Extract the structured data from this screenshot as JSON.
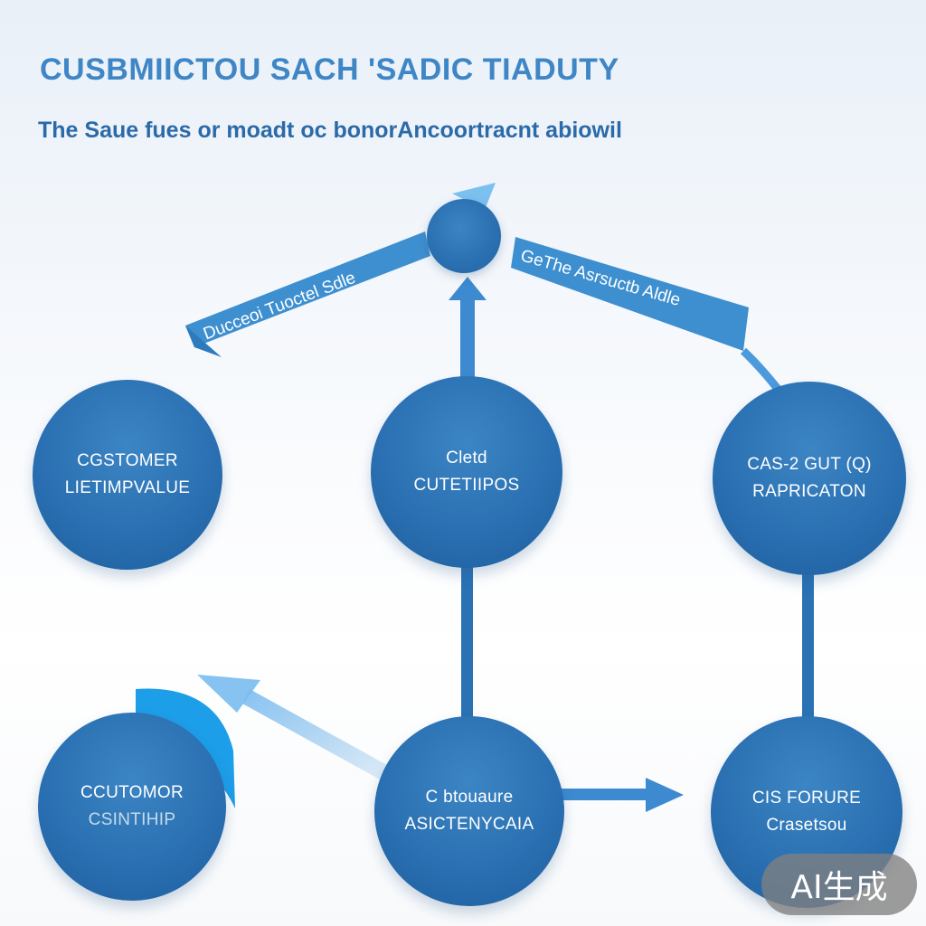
{
  "header": {
    "title": "CUSBMIICTOU SACH 'SADIC TIADUTY",
    "subtitle": "The Saue fues or moadt oc bonorAncoortracnt abiowil"
  },
  "banners": {
    "left": "Ducceoi Tuoctel Sdle",
    "right": "GeThe Asrsuctb Aldle"
  },
  "nodes": {
    "top_left": {
      "line1": "CGSTOMER",
      "line2": "LIETIMPVALUE"
    },
    "top_center": {
      "line1": "Cletd",
      "line2": "CUTETIIPOS"
    },
    "top_right": {
      "line1": "CAS-2 GUT (Q)",
      "line2": "RAPRICATON"
    },
    "bottom_left": {
      "line1": "CCUTOMOR",
      "line2": "CSINTIHIP"
    },
    "bottom_center": {
      "line1": "C btouaure",
      "line2": "ASICTENYCAIA"
    },
    "bottom_right": {
      "line1": "CIS FORURE",
      "line2": "Crasetsou"
    }
  },
  "badge": {
    "label": "AI生成"
  },
  "colors": {
    "node_blue": "#2a70b2",
    "banner_blue": "#3d8fd0",
    "arrow_blue": "#3b88cf",
    "title_blue": "#3f86c6"
  }
}
